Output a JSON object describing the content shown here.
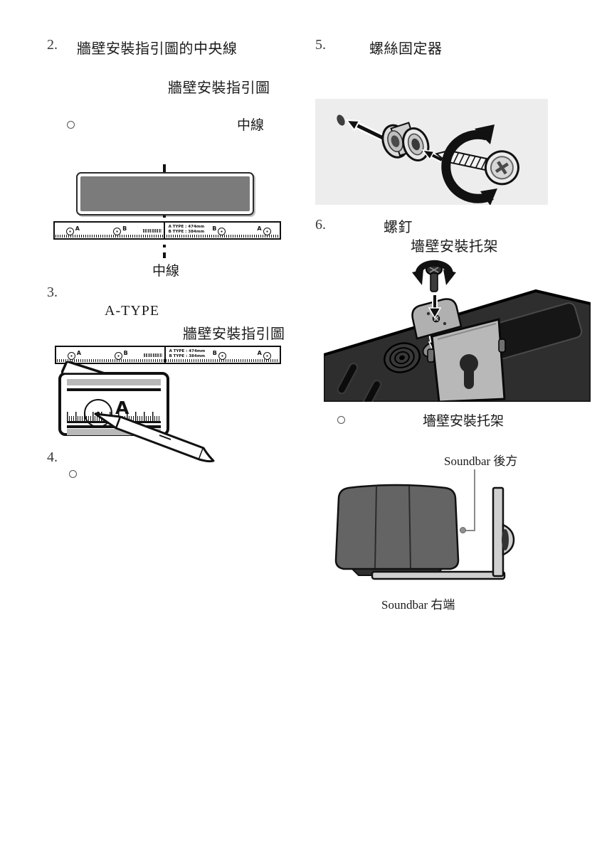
{
  "step2": {
    "num": "2.",
    "title": "牆壁安裝指引圖的中央線",
    "subtitle": "牆壁安裝指引圖",
    "note": "中線",
    "diagram_label": "中線"
  },
  "step3": {
    "num": "3.",
    "type": "A-TYPE",
    "subtitle": "牆壁安裝指引圖",
    "magnified_letter": "A"
  },
  "step4": {
    "num": "4."
  },
  "step5": {
    "num": "5.",
    "title": "螺絲固定器"
  },
  "step6": {
    "num": "6.",
    "title": "螺釘",
    "subtitle": "墻壁安裝托架",
    "note": "墻壁安裝托架",
    "soundbar_back_label": "Soundbar 後方",
    "soundbar_right_label": "Soundbar 右端"
  },
  "strip": {
    "hole_a": "A",
    "hole_b": "B",
    "type_a": "A TYPE : 474mm",
    "type_b": "B TYPE : 384mm"
  },
  "colors": {
    "soundbar_gray": "#7b7b7b",
    "illustration_bg": "#ededed"
  }
}
